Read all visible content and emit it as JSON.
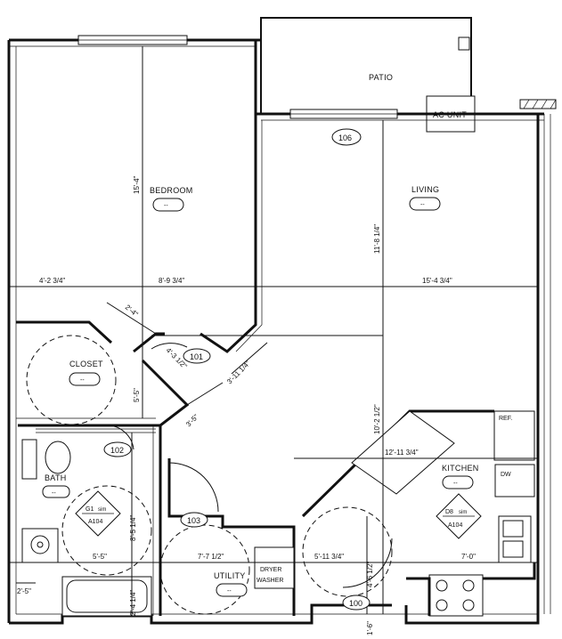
{
  "rooms": {
    "patio": "PATIO",
    "ac_unit": "AC UNIT",
    "bedroom": "BEDROOM",
    "living": "LIVING",
    "closet": "CLOSET",
    "bath": "BATH",
    "kitchen": "KITCHEN",
    "utility": "UTILITY",
    "dryer": "DRYER",
    "washer": "WASHER",
    "ref": "REF.",
    "dw": "DW"
  },
  "room_tags": {
    "bedroom": "--",
    "living": "--",
    "closet": "--",
    "bath": "--",
    "kitchen": "--",
    "utility": "--"
  },
  "door_tags": {
    "d106": "106",
    "d101": "101",
    "d102": "102",
    "d103": "103",
    "d100": "100"
  },
  "dimensions": {
    "bedroom_depth": "15'-4\"",
    "bedroom_left": "4'-2 3/4\"",
    "bedroom_right": "8'-9 3/4\"",
    "living_width": "15'-4 3/4\"",
    "living_depth": "11'-8 1/4\"",
    "closet_diag": "2'-4\"",
    "closet_depth": "5'-5\"",
    "hall_diag": "4'-3 1/2\"",
    "hall_diag2": "3'-11 1/4\"",
    "hall_small": "3'-5\"",
    "kitchen_depth": "10'-2 1/2\"",
    "kitchen_diag": "12'-11 3/4\"",
    "bath_height": "8'-5 1/4\"",
    "bath_width": "5'-5\"",
    "utility_width": "7'-7 1/2\"",
    "entry_width": "5'-11 3/4\"",
    "entry_depth": "4'-6 1/2\"",
    "kitchen_width": "7'-0\"",
    "tub_small": "2'-5\"",
    "tub_depth": "2'-4 1/4\"",
    "entry_small": "1'-6\""
  },
  "elevation_tags": {
    "bath_top": "G1",
    "bath_top_sim": "sim",
    "bath_sheet": "A104",
    "kitchen_top": "D8",
    "kitchen_top_sim": "sim",
    "kitchen_sheet": "A104"
  }
}
